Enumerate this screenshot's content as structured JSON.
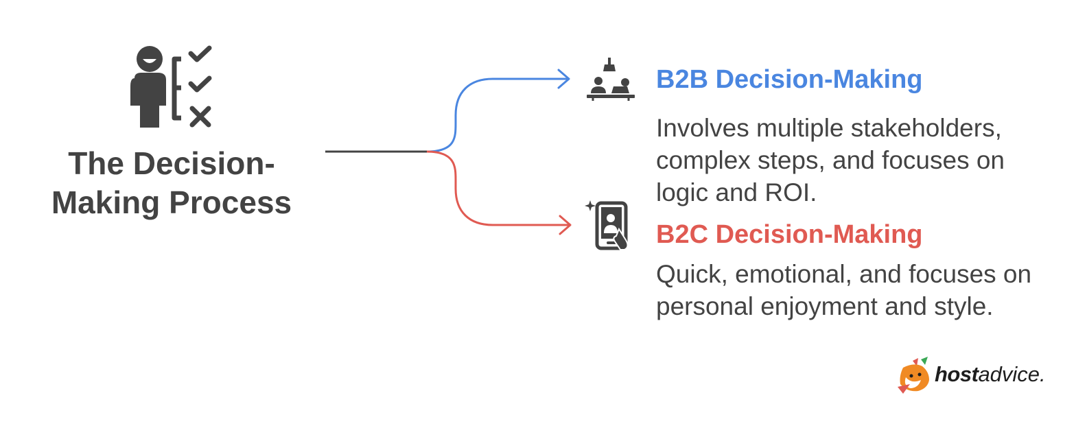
{
  "main": {
    "title_line1": "The Decision-",
    "title_line2": "Making Process",
    "icon": "person-checklist-icon"
  },
  "branches": [
    {
      "title": "B2B Decision-Making",
      "description": "Involves multiple stakeholders, complex steps, and focuses on logic and ROI.",
      "icon": "meeting-table-icon",
      "color": "#4a86e0"
    },
    {
      "title": "B2C Decision-Making",
      "description": "Quick, emotional, and focuses on personal enjoyment and style.",
      "icon": "phone-touch-icon",
      "color": "#e05a52"
    }
  ],
  "colors": {
    "text": "#434343",
    "line_dark": "#434343",
    "b2b": "#4a86e0",
    "b2c": "#e05a52"
  },
  "logo": {
    "name_strong": "host",
    "name_light": "advice."
  }
}
